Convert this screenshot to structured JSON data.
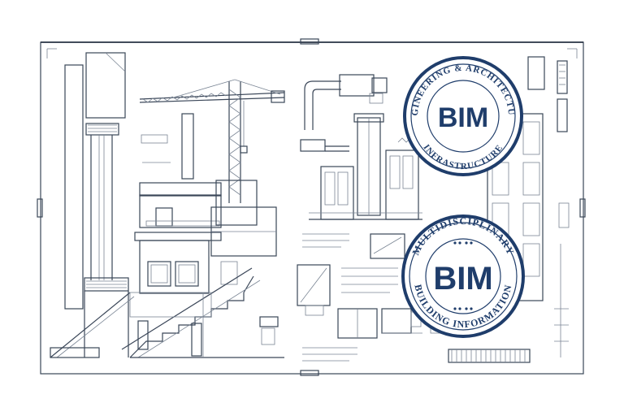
{
  "stamps": [
    {
      "center_text": "BIM",
      "ring_text_top": "ENGINEERING & ARCHITECTURE",
      "ring_text_bottom": "INFRASTRUCTURE",
      "ring_color": "#1f3d6b",
      "center_color": "#1f3d6b"
    },
    {
      "center_text": "BIM",
      "ring_text_top": "MULTIDISCIPLINARY",
      "ring_text_bottom": "BUILDING INFORMATION",
      "ring_color": "#1f3d6b",
      "center_color": "#1f3d6b"
    }
  ],
  "colors": {
    "line": "#3a4658",
    "accent": "#1f3d6b"
  }
}
